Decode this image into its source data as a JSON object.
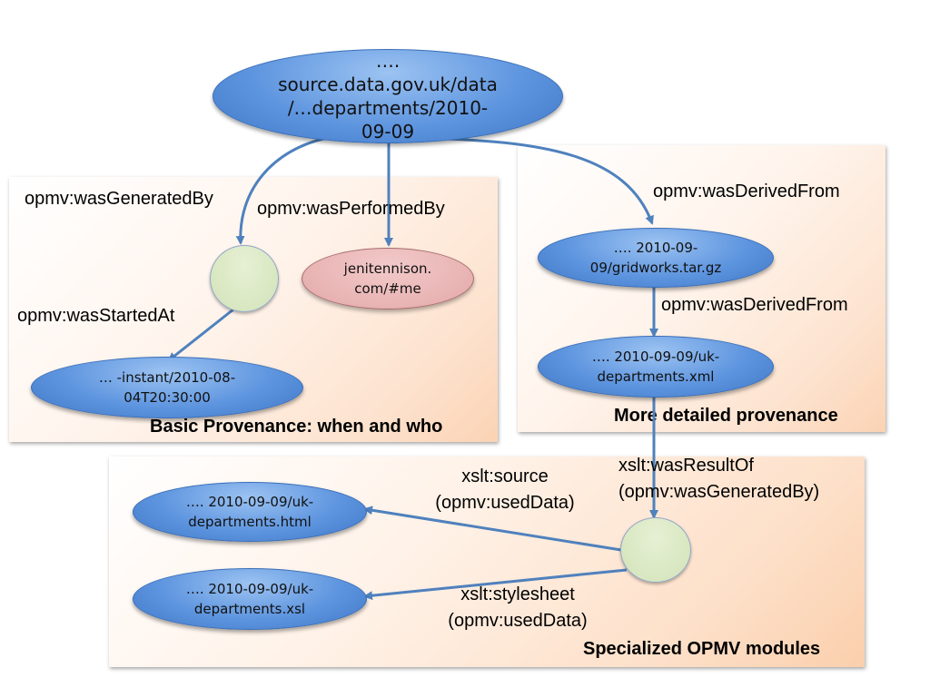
{
  "panels": {
    "basic": "Basic Provenance: when and who",
    "detailed": "More detailed provenance",
    "specialized": "Specialized OPMV modules"
  },
  "nodes": {
    "source": [
      "….",
      "source.data.gov.uk/data",
      "/…departments/2010-",
      "09-09"
    ],
    "jeni": [
      "jenitennison.",
      "com/#me"
    ],
    "instant": [
      "… -instant/2010-08-",
      "04T20:30:00"
    ],
    "gridworks": [
      "…. 2010-09-",
      "09/gridworks.tar.gz"
    ],
    "ukxml": [
      "…. 2010-09-09/uk-",
      "departments.xml"
    ],
    "ukhtml": [
      "…. 2010-09-09/uk-",
      "departments.html"
    ],
    "ukxsl": [
      "…. 2010-09-09/uk-",
      "departments.xsl"
    ]
  },
  "edges": {
    "generated_by": "opmv:wasGeneratedBy",
    "performed_by": "opmv:wasPerformedBy",
    "started_at": "opmv:wasStartedAt",
    "derived_from_1": "opmv:wasDerivedFrom",
    "derived_from_2": "opmv:wasDerivedFrom",
    "result_of": [
      "xslt:wasResultOf",
      "(opmv:wasGeneratedBy)"
    ],
    "source": [
      "xslt:source",
      "(opmv:usedData)"
    ],
    "stylesheet": [
      "xslt:stylesheet",
      "(opmv:usedData)"
    ]
  },
  "colors": {
    "arrow": "#4f81bd",
    "node_blue": "#5e95df",
    "node_pink": "#e3a8a8",
    "node_green": "#d2e3b8",
    "panel_peach": "#fbd3b4"
  }
}
